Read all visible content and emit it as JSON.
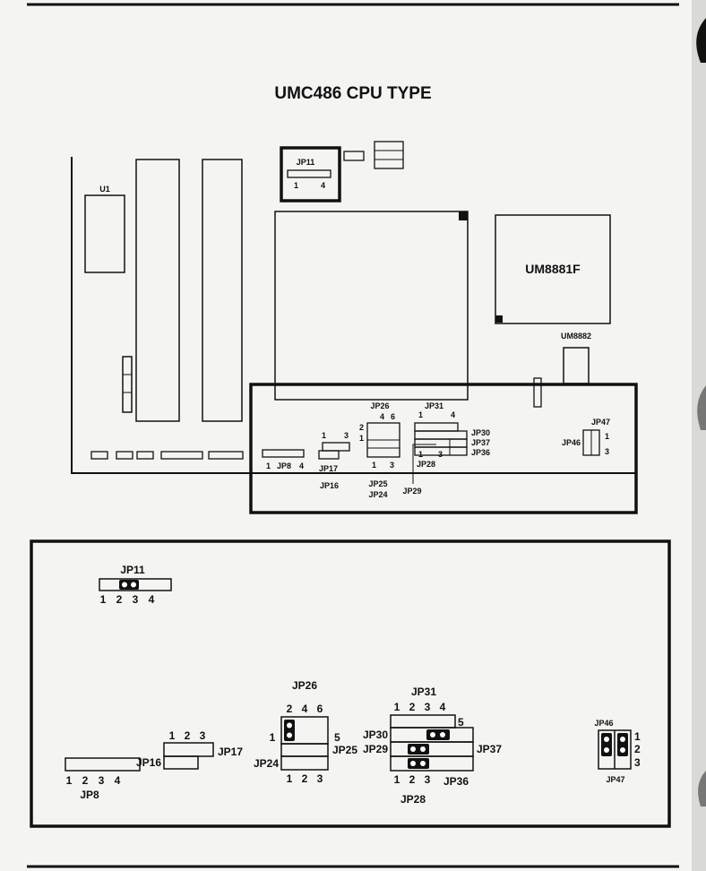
{
  "title": "UMC486 CPU TYPE",
  "board": {
    "u1": "U1",
    "chip": "UM8881F",
    "chip2": "UM8882",
    "jp11": "JP11",
    "jp11_pins": [
      "1",
      "4"
    ],
    "jp26": "JP26",
    "jp26_pins": [
      "4",
      "6"
    ],
    "jp26_side": [
      "2",
      "1"
    ],
    "jp31": "JP31",
    "jp31_pins": [
      "1",
      "4"
    ],
    "jp30": "JP30",
    "jp37": "JP37",
    "jp36": "JP36",
    "jp28_pins": [
      "1",
      "3"
    ],
    "jp28": "JP28",
    "jp29": "JP29",
    "jp47": "JP47",
    "jp46": "JP46",
    "jp47_pins": [
      "1",
      "3"
    ],
    "jp17_pins": [
      "1",
      "3"
    ],
    "jp17": "JP17",
    "jp16": "JP16",
    "jp8_pins": [
      "1",
      "JP8",
      "4"
    ],
    "jp25_pins": [
      "1",
      "3"
    ],
    "jp25": "JP25",
    "jp24": "JP24"
  },
  "detail": {
    "jp11": "JP11",
    "jp11_pins": [
      "1",
      "2",
      "3",
      "4"
    ],
    "jp26": "JP26",
    "jp26_top": [
      "2",
      "4",
      "6"
    ],
    "jp26_left": "1",
    "jp26_right": "5",
    "jp25": "JP25",
    "jp24": "JP24",
    "jp24_pins": [
      "1",
      "2",
      "3"
    ],
    "jp31": "JP31",
    "jp31_pins": [
      "1",
      "2",
      "3",
      "4"
    ],
    "jp31_right": "5",
    "jp30": "JP30",
    "jp29": "JP29",
    "jp37": "JP37",
    "jp36": "JP36",
    "jp28_pins": [
      "1",
      "2",
      "3"
    ],
    "jp28": "JP28",
    "jp16": "JP16",
    "jp17": "JP17",
    "jp17_pins": [
      "1",
      "2",
      "3"
    ],
    "jp8_pins": [
      "1",
      "2",
      "3",
      "4"
    ],
    "jp8": "JP8",
    "jp46": "JP46",
    "jp47": "JP47",
    "jp47_pins": [
      "1",
      "2",
      "3"
    ]
  }
}
